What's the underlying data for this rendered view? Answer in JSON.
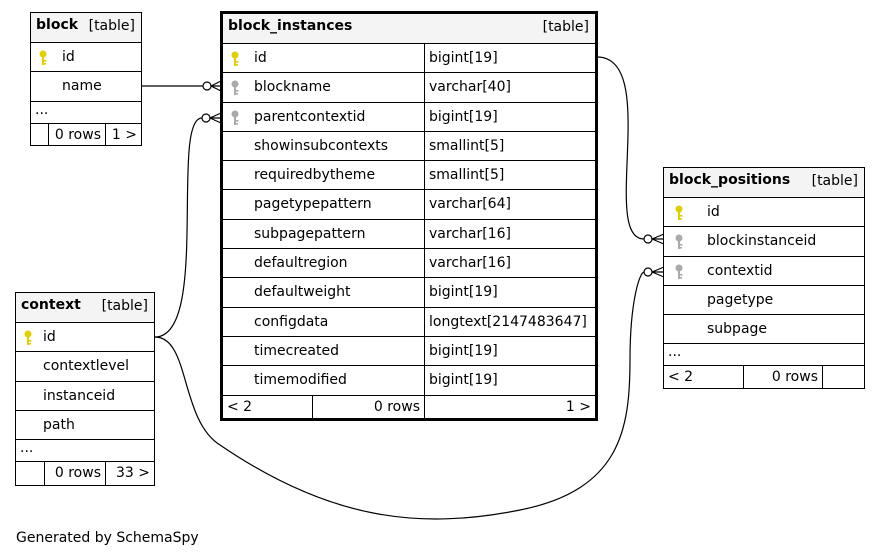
{
  "tables": {
    "block": {
      "name": "block",
      "kind": "[table]",
      "columns": [
        "id",
        "name"
      ],
      "ellipsis": "...",
      "rows": "0 rows",
      "parents": "1 >"
    },
    "block_instances": {
      "name": "block_instances",
      "kind": "[table]",
      "columns": [
        {
          "name": "id",
          "type": "bigint[19]"
        },
        {
          "name": "blockname",
          "type": "varchar[40]"
        },
        {
          "name": "parentcontextid",
          "type": "bigint[19]"
        },
        {
          "name": "showinsubcontexts",
          "type": "smallint[5]"
        },
        {
          "name": "requiredbytheme",
          "type": "smallint[5]"
        },
        {
          "name": "pagetypepattern",
          "type": "varchar[64]"
        },
        {
          "name": "subpagepattern",
          "type": "varchar[16]"
        },
        {
          "name": "defaultregion",
          "type": "varchar[16]"
        },
        {
          "name": "defaultweight",
          "type": "bigint[19]"
        },
        {
          "name": "configdata",
          "type": "longtext[2147483647]"
        },
        {
          "name": "timecreated",
          "type": "bigint[19]"
        },
        {
          "name": "timemodified",
          "type": "bigint[19]"
        }
      ],
      "children": "< 2",
      "rows": "0 rows",
      "parents": "1 >"
    },
    "block_positions": {
      "name": "block_positions",
      "kind": "[table]",
      "columns": [
        "id",
        "blockinstanceid",
        "contextid",
        "pagetype",
        "subpage"
      ],
      "ellipsis": "...",
      "children": "< 2",
      "rows": "0 rows"
    },
    "context": {
      "name": "context",
      "kind": "[table]",
      "columns": [
        "id",
        "contextlevel",
        "instanceid",
        "path"
      ],
      "ellipsis": "...",
      "rows": "0 rows",
      "parents": "33 >"
    }
  },
  "colors": {
    "primary_key": "#e0d000",
    "foreign_key": "#aaaaaa",
    "header_bg": "#f4f4f4"
  },
  "icons": {
    "primary_key": "key-icon",
    "foreign_key": "key-icon"
  },
  "footer": "Generated by SchemaSpy"
}
